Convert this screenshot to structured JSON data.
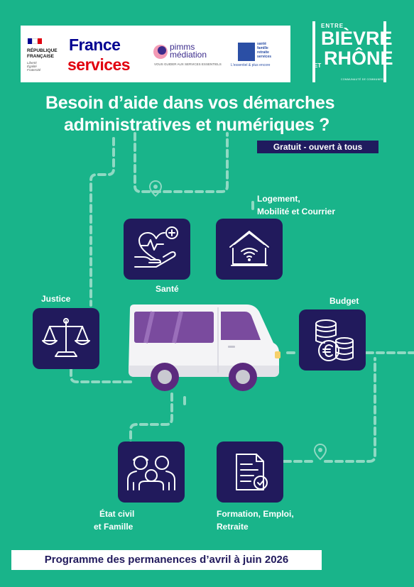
{
  "logos": {
    "republique": [
      "RÉPUBLIQUE",
      "FRANÇAISE"
    ],
    "motto": [
      "Liberté",
      "Égalité",
      "Fraternité"
    ],
    "france_services": [
      "France",
      "services"
    ],
    "pimms": [
      "pimms",
      "médiation"
    ],
    "pimms_tag": "VOUS GUIDER AUX SERVICES ESSENTIELS",
    "msa": [
      "santé",
      "famille",
      "retraite",
      "services"
    ],
    "msa_tag": "L'essentiel & plus encore",
    "ebr_entre": "ENTRE",
    "ebr_bievre": "BIÈVRE",
    "ebr_et": "ET",
    "ebr_rhone": "RHÔNE",
    "ebr_sub": "COMMUNAUTÉ DE COMMUNES"
  },
  "title": {
    "line1": "Besoin d’aide dans vos démarches",
    "line2": "administratives et numériques ?"
  },
  "badge": "Gratuit - ouvert à tous",
  "services": {
    "logement": [
      "Logement,",
      "Mobilité et Courrier"
    ],
    "sante": "Santé",
    "justice": "Justice",
    "budget": "Budget",
    "etat_civil": [
      "État civil",
      "et Famille"
    ],
    "formation": [
      "Formation, Emploi,",
      "Retraite"
    ]
  },
  "footer": "Programme des permanences d’avril à juin 2026",
  "colors": {
    "background": "#19b48a",
    "tile": "#211a5c",
    "van_window": "#7a4b9e",
    "accent_red": "#e1000f",
    "accent_blue": "#000091"
  }
}
